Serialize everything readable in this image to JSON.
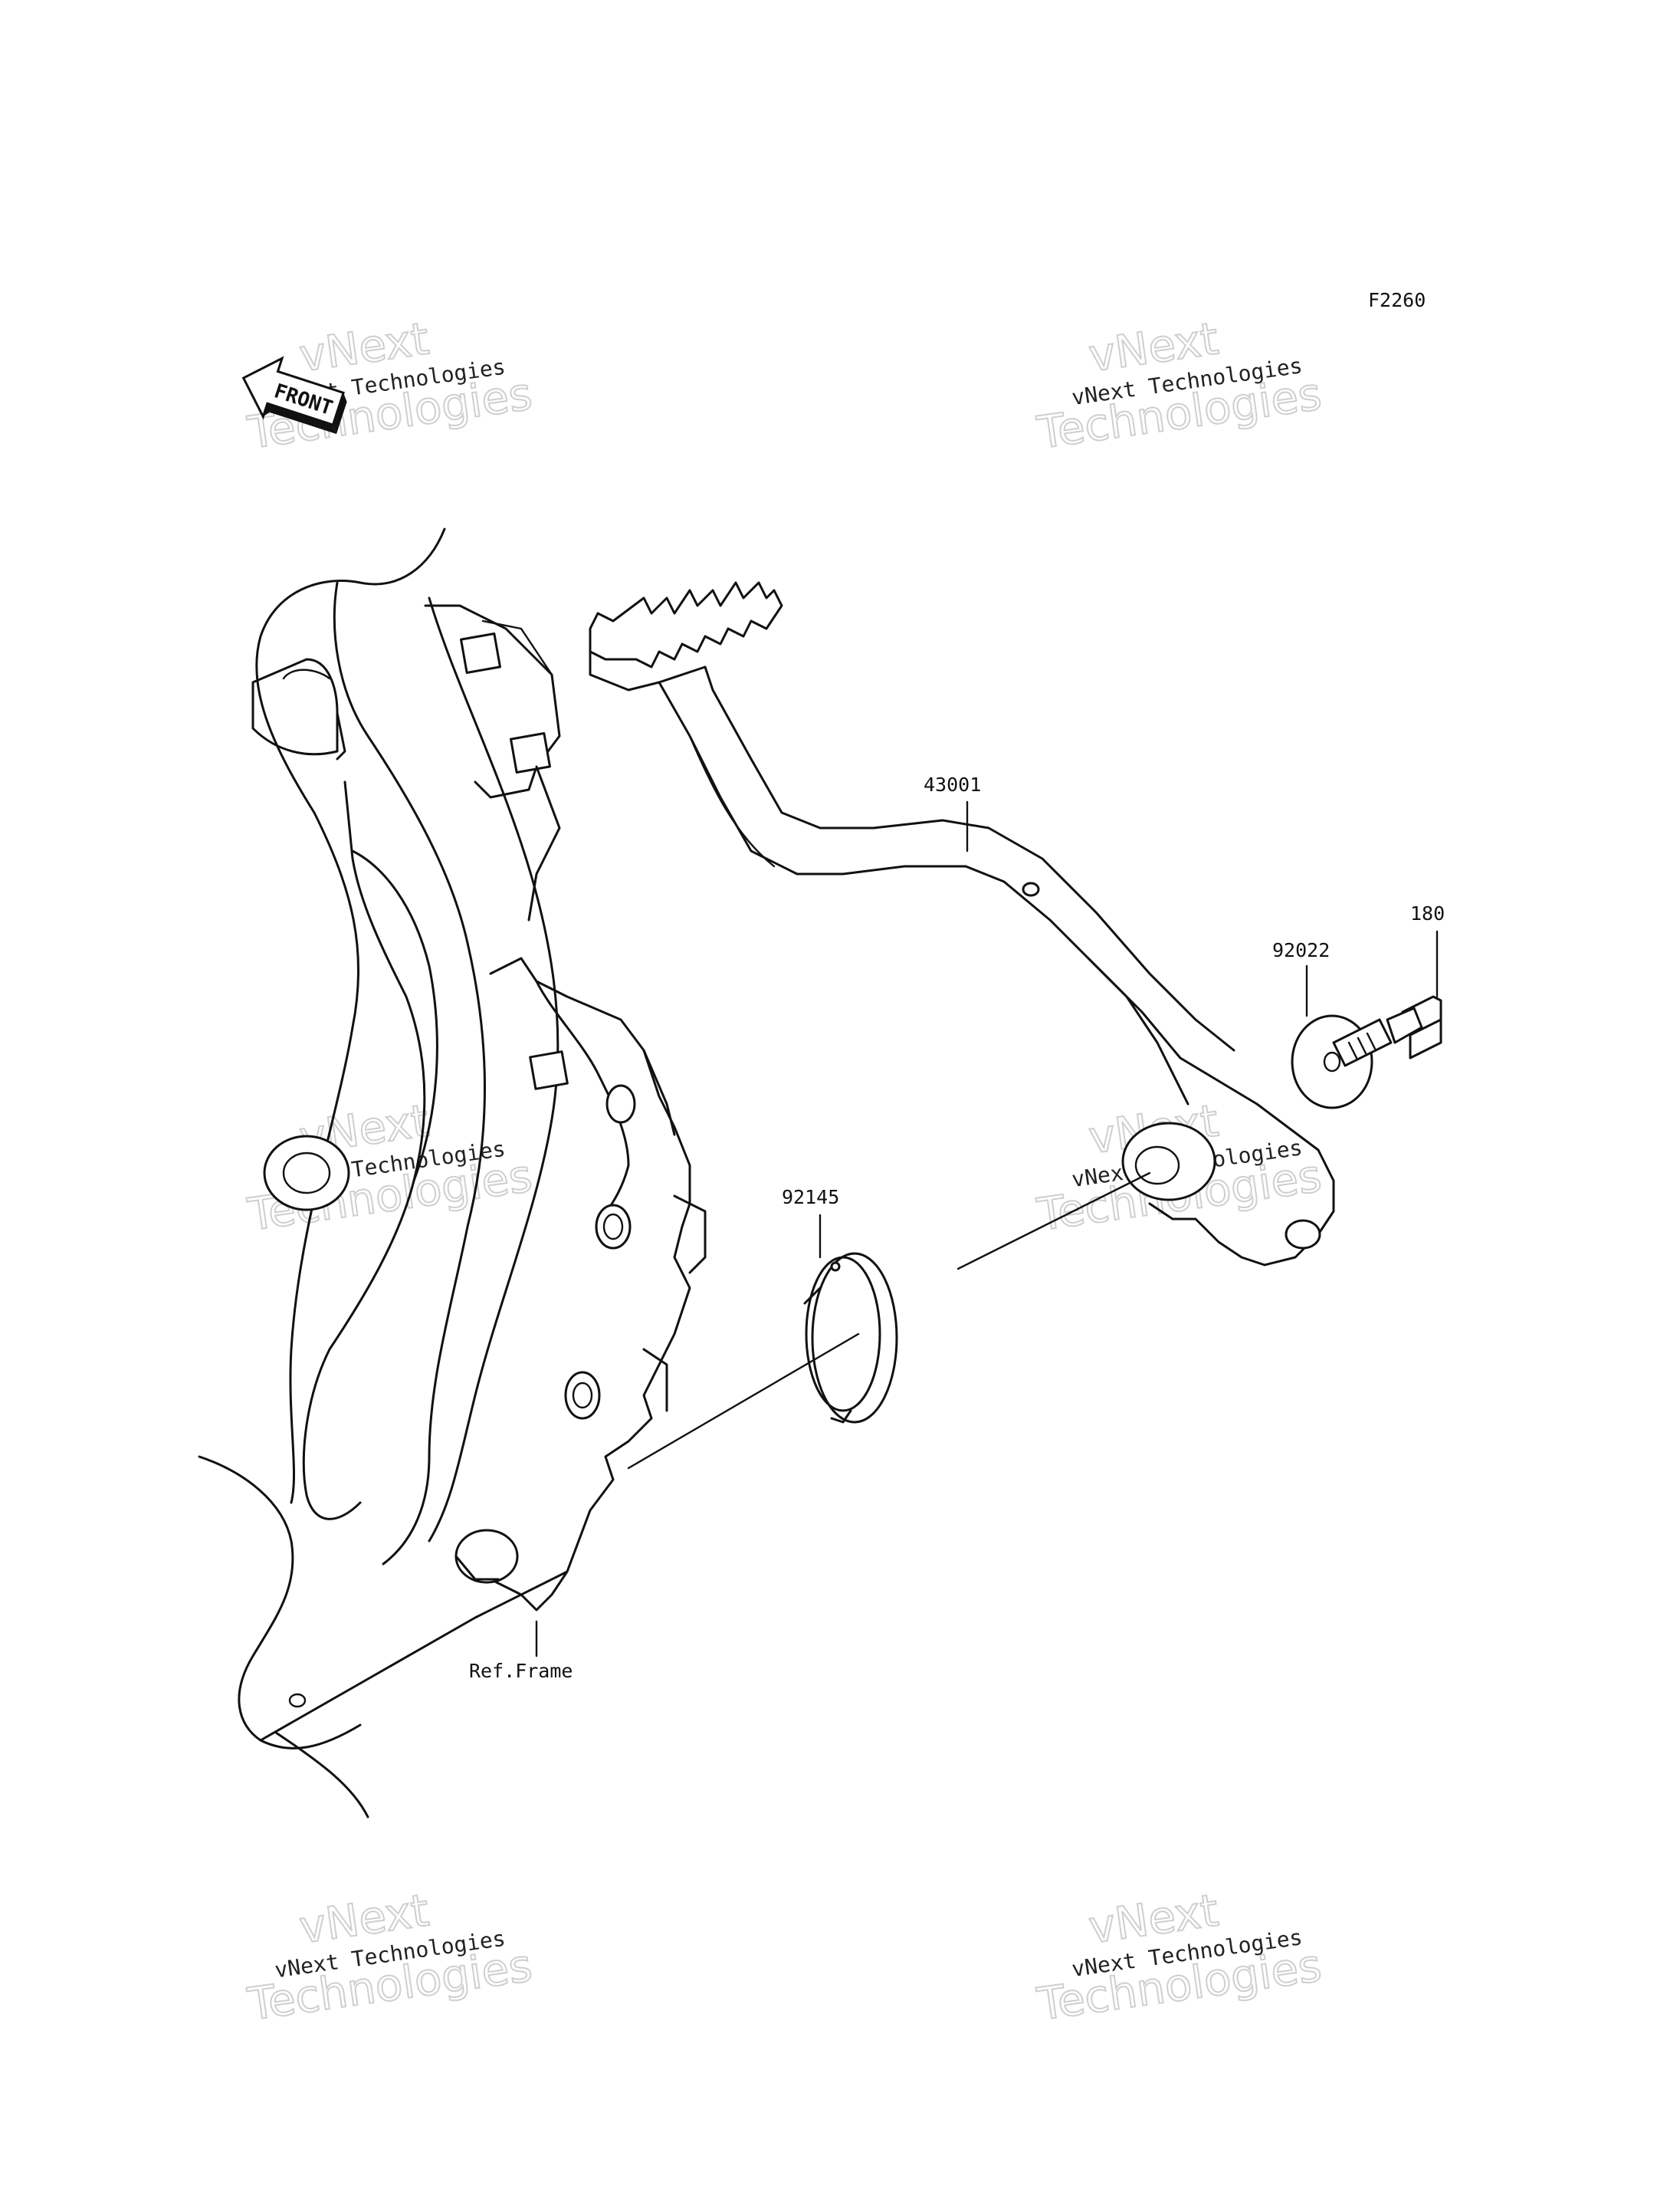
{
  "diagram_code": "F2260",
  "front_arrow_label": "FRONT",
  "watermark": {
    "line1": "vNext Technologies",
    "big_line1": "vNext",
    "big_line2": "Technologies"
  },
  "parts": [
    {
      "id": "brake-pedal",
      "number": "43001"
    },
    {
      "id": "washer",
      "number": "92022"
    },
    {
      "id": "bolt",
      "number": "180"
    },
    {
      "id": "spring",
      "number": "92145"
    },
    {
      "id": "frame-reference",
      "number": "Ref.Frame"
    }
  ]
}
